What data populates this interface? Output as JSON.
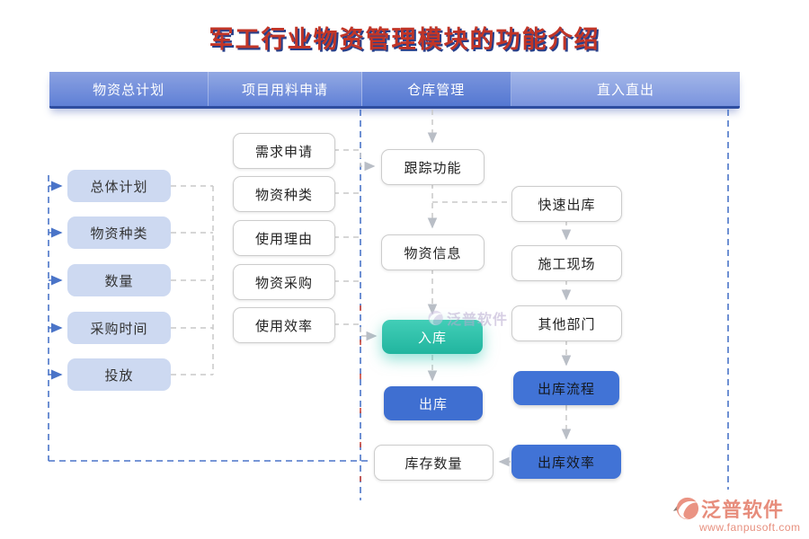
{
  "title": "军工行业物资管理模块的功能介绍",
  "header": {
    "columns": [
      "物资总计划",
      "项目用料申请",
      "仓库管理",
      "直入直出"
    ]
  },
  "flow": {
    "plan": [
      "总体计划",
      "物资种类",
      "数量",
      "采购时间",
      "投放"
    ],
    "request": [
      "需求申请",
      "物资种类",
      "使用理由",
      "物资采购",
      "使用效率"
    ],
    "warehouse": [
      "跟踪功能",
      "物资信息",
      "入库",
      "出库",
      "库存数量"
    ],
    "direct": [
      "快速出库",
      "施工现场",
      "其他部门",
      "出库流程",
      "出库效率"
    ]
  },
  "watermark": {
    "text": "泛普软件"
  },
  "logo": {
    "name": "泛普软件",
    "url": "www.fanpusoft.com"
  },
  "colors": {
    "title_red": "#c13527",
    "title_shadow_navy": "#27408b",
    "header_blue": "#6181d7",
    "plan_node_blue": "#cdd9f1",
    "teal_node": "#2fc5ae",
    "blue_node": "#3f6fd1",
    "blue_dashed": "#4a74c8",
    "gray_dashed": "#c9c9c9",
    "red_dash_accent": "#cc4638",
    "logo_salmon": "#e78d7c"
  }
}
